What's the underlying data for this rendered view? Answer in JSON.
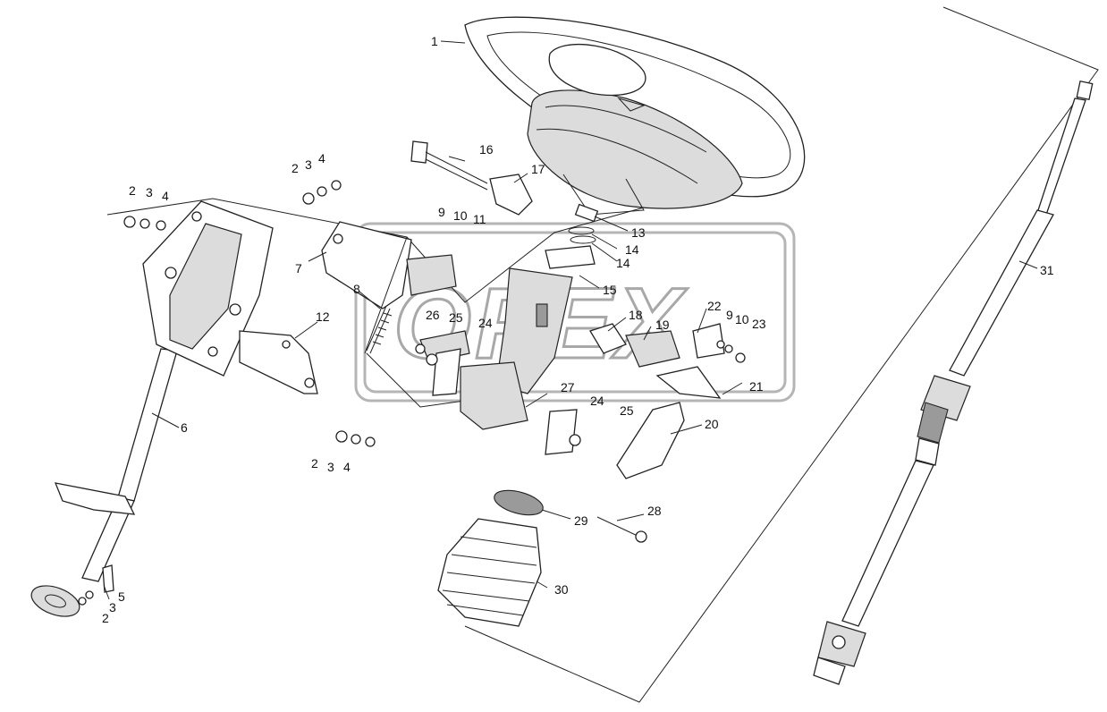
{
  "watermark": {
    "text": "OPEX"
  },
  "callouts": {
    "c1": "1",
    "c2a": "2",
    "c3a": "3",
    "c4a": "4",
    "c2b": "2",
    "c3b": "3",
    "c4b": "4",
    "c2c": "2",
    "c3c": "3",
    "c4c": "4",
    "c5": "5",
    "c3d": "3",
    "c2d": "2",
    "c6": "6",
    "c7": "7",
    "c8": "8",
    "c9a": "9",
    "c10a": "10",
    "c11": "11",
    "c12": "12",
    "c13": "13",
    "c14a": "14",
    "c14b": "14",
    "c15": "15",
    "c16": "16",
    "c17": "17",
    "c18": "18",
    "c19": "19",
    "c20": "20",
    "c21": "21",
    "c22": "22",
    "c9b": "9",
    "c10b": "10",
    "c23": "23",
    "c24a": "24",
    "c24b": "24",
    "c25a": "25",
    "c25b": "25",
    "c26": "26",
    "c27": "27",
    "c28": "28",
    "c29": "29",
    "c30": "30",
    "c31": "31"
  }
}
